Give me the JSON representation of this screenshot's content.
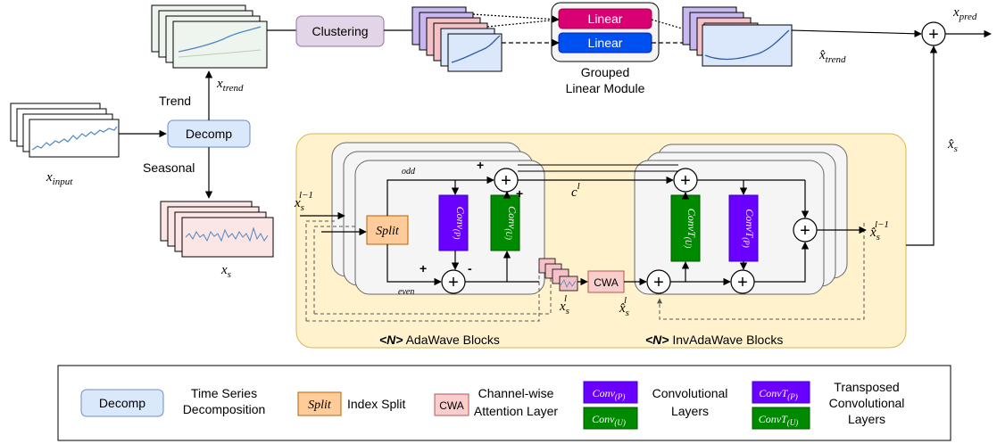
{
  "top": {
    "clustering": "Clustering",
    "linear_top": "Linear",
    "linear_bottom": "Linear",
    "grouped_line1": "Grouped",
    "grouped_line2": "Linear Module",
    "x_trend": "x",
    "x_trend_sub": "trend",
    "xhat_trend": "x̂",
    "xhat_trend_sub": "trend",
    "x_pred": "x",
    "x_pred_sub": "pred",
    "plus": "+"
  },
  "left": {
    "x_input": "x",
    "x_input_sub": "input",
    "decomp": "Decomp",
    "trend": "Trend",
    "seasonal": "Seasonal",
    "x_s": "x",
    "x_s_sub": "s"
  },
  "middle": {
    "xs_in": "x",
    "xs_in_sub": "s",
    "xs_in_sup": "l−1",
    "split": "Split",
    "odd": "odd",
    "even": "even",
    "conv_p": "Conv",
    "conv_p_sub": "(P)",
    "conv_u": "Conv",
    "conv_u_sub": "(U)",
    "plus": "+",
    "minus": "-",
    "c_l": "c",
    "c_l_sup": "l",
    "xs_l": "x",
    "xs_l_sub": "s",
    "xs_l_sup": "l",
    "cwa": "CWA",
    "xhat_l": "x̂",
    "xhat_l_sub": "s",
    "xhat_l_sup": "l",
    "convt_u": "ConvT",
    "convt_u_sub": "(U)",
    "convt_p": "ConvT",
    "convt_p_sub": "(P)",
    "xhat_out": "x̂",
    "xhat_out_sub": "s",
    "xhat_out_sup": "l−1",
    "xhat_s": "x̂",
    "xhat_s_sub": "s",
    "n_tag": "<N>",
    "ada_label": " AdaWave Blocks",
    "inv_label": " InvAdaWave Blocks"
  },
  "legend": {
    "decomp_box": "Decomp",
    "decomp_line1": "Time Series",
    "decomp_line2": "Decomposition",
    "split_box": "Split",
    "split_label": "Index Split",
    "cwa_box": "CWA",
    "cwa_line1": "Channel-wise",
    "cwa_line2": "Attention Layer",
    "conv_p": "Conv",
    "conv_p_sub": "(P)",
    "conv_u": "Conv",
    "conv_u_sub": "(U)",
    "conv_line1": "Convolutional",
    "conv_line2": "Layers",
    "convt_p": "ConvT",
    "convt_p_sub": "(P)",
    "convt_u": "ConvT",
    "convt_u_sub": "(U)",
    "convt_line1": "Transposed",
    "convt_line2": "Convolutional",
    "convt_line3": "Layers"
  },
  "colors": {
    "decomp_fill": "#dae8fc",
    "decomp_stroke": "#6c8ebf",
    "clustering_fill": "#e1d5e7",
    "clustering_stroke": "#9673a6",
    "split_fill": "#ffcc99",
    "split_stroke": "#b46504",
    "cwa_fill": "#f8cecc",
    "cwa_stroke": "#b85450",
    "conv_p": "#6a00ff",
    "conv_u": "#008a00",
    "linear_pink": "#d80073",
    "linear_blue": "#0050ef",
    "panel_fill": "#fff2cc",
    "panel_stroke": "#d6b656",
    "block_fill": "#f5f5f5",
    "block_stroke": "#666666"
  }
}
